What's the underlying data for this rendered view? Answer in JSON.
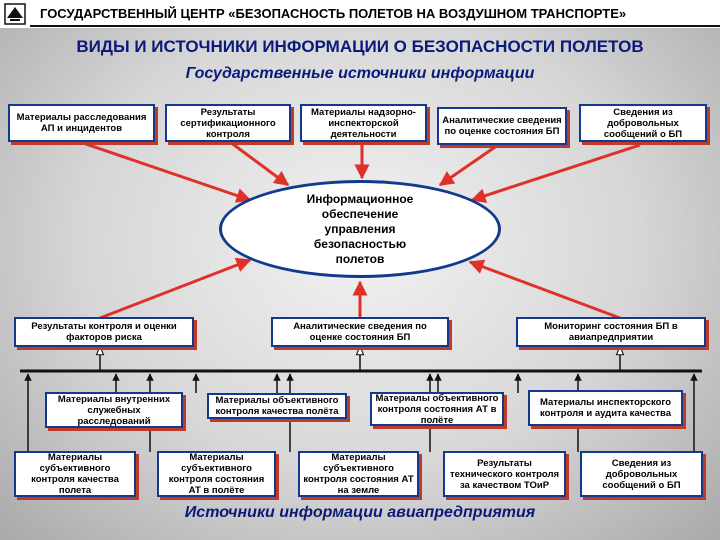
{
  "header": {
    "org_name": "ГОСУДАРСТВЕННЫЙ ЦЕНТР «БЕЗОПАСНОСТЬ ПОЛЕТОВ НА ВОЗДУШНОМ ТРАНСПОРТЕ»"
  },
  "title": "ВИДЫ И ИСТОЧНИКИ ИНФОРМАЦИИ О БЕЗОПАСНОСТИ ПОЛЕТОВ",
  "state_sources_heading": "Государственные источники информации",
  "center": "Информационное обеспечение управления безопасностью полетов",
  "state_sources": [
    "Материалы расследования АП и инцидентов",
    "Результаты сертификационного контроля",
    "Материалы надзорно-инспекторской деятельности",
    "Аналитические сведения по оценке состояния БП",
    "Сведения из добровольных сообщений о БП"
  ],
  "middle_sources": [
    "Результаты контроля и оценки факторов риска",
    "Аналитические сведения по оценке состояния БП",
    "Мониторинг состояния БП в авиапредприятии"
  ],
  "lower_sources_row1": [
    "Материалы внутренних служебных расследований",
    "Материалы объективного контроля качества полёта",
    "Материалы объективного контроля состояния АТ в полёте",
    "Материалы инспекторского контроля и аудита качества"
  ],
  "lower_sources_row2": [
    "Материалы субъективного контроля качества полета",
    "Материалы субъективного контроля состояния АТ в полёте",
    "Материалы субъективного контроля состояния АТ на земле",
    "Результаты технического контроля за качеством ТОиР",
    "Сведения из добровольных сообщений о БП"
  ],
  "enterprise_sources_heading": "Источники информации авиапредприятия",
  "colors": {
    "title": "#0a1a7a",
    "box_border": "#123a8c",
    "arrow_red": "#e0302a",
    "arrow_dark": "#111111"
  }
}
